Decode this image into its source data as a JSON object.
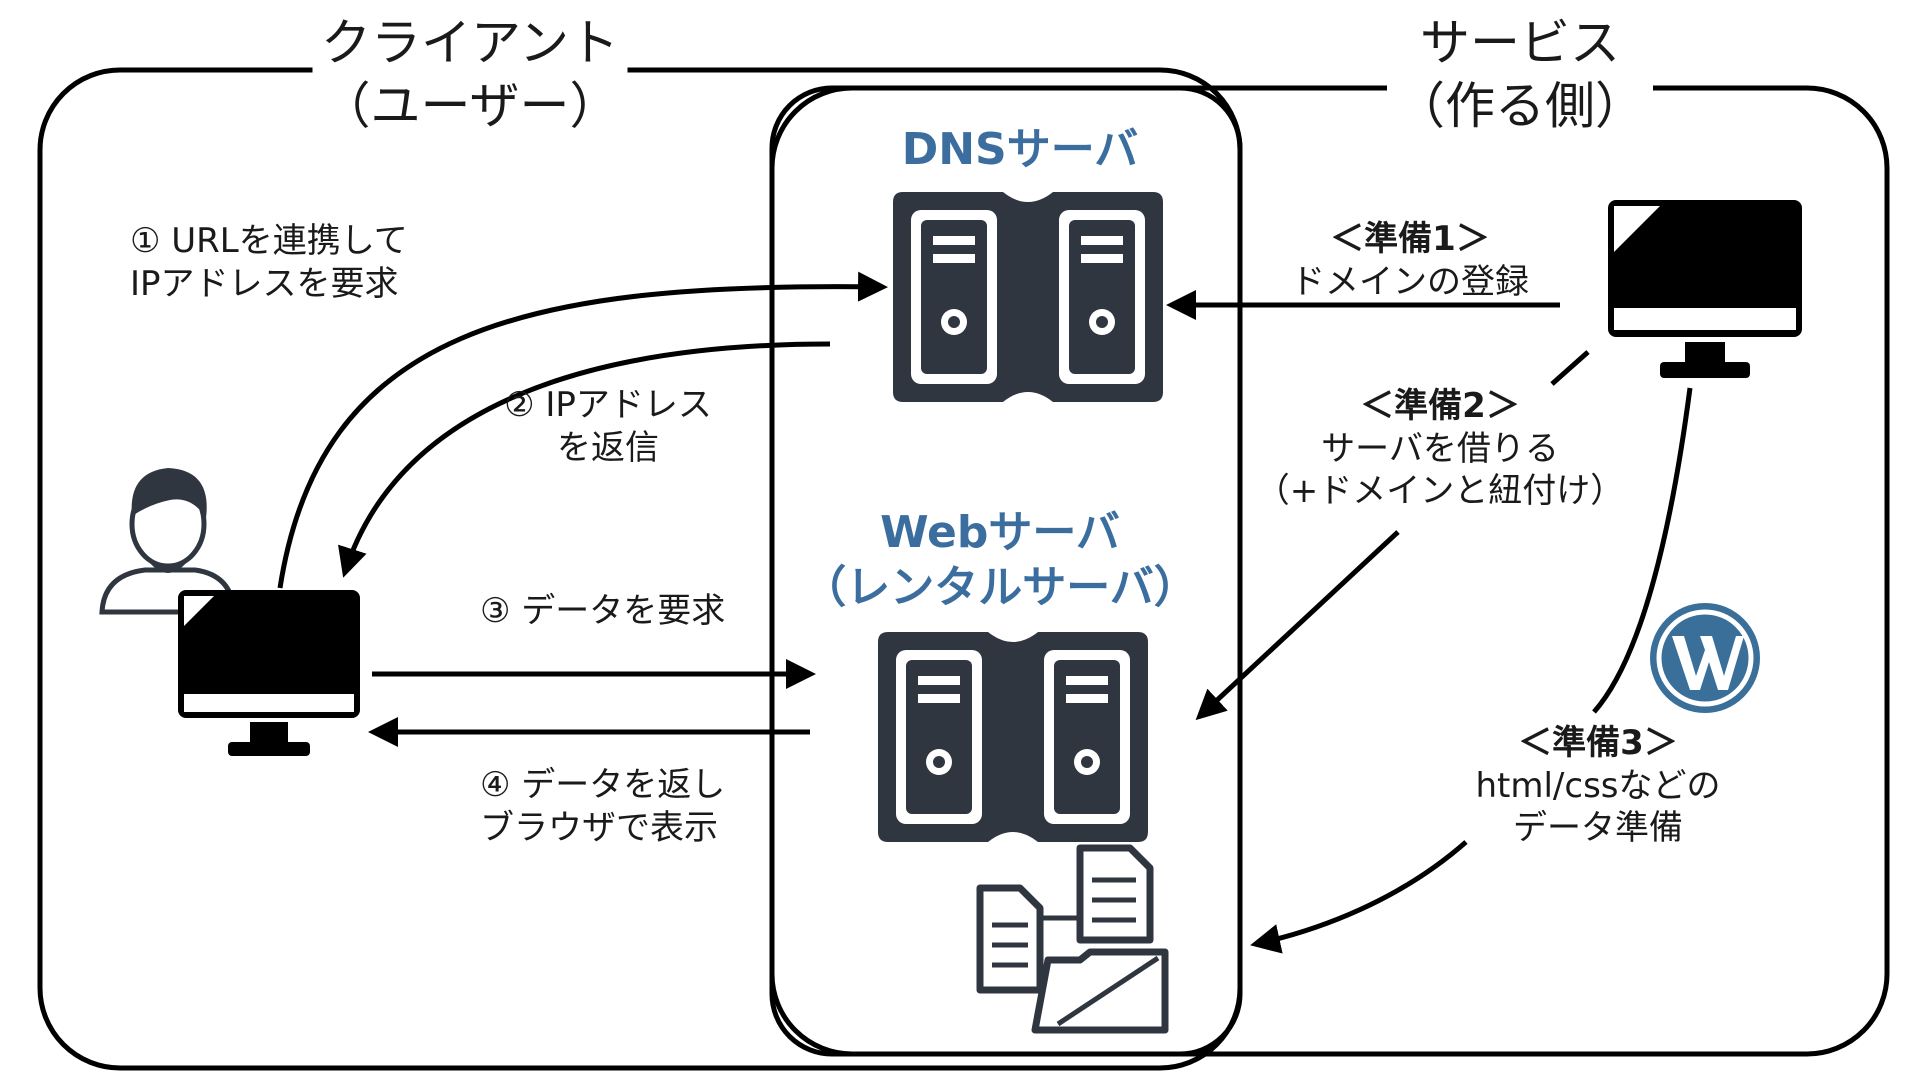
{
  "zones": {
    "client": {
      "line1": "クライアント",
      "line2": "（ユーザー）"
    },
    "service": {
      "line1": "サービス",
      "line2": "（作る側）"
    }
  },
  "servers": {
    "dns": {
      "label": "DNSサーバ"
    },
    "web": {
      "line1": "Webサーバ",
      "line2": "（レンタルサーバ）"
    }
  },
  "steps": {
    "s1": {
      "line1": "① URLを連携して",
      "line2": "IPアドレスを要求"
    },
    "s2": {
      "line1": "② IPアドレス",
      "line2": "を返信"
    },
    "s3": {
      "line1": "③ データを要求"
    },
    "s4": {
      "line1": "④ データを返し",
      "line2": "ブラウザで表示"
    }
  },
  "prep": {
    "p1": {
      "title": "＜準備1＞",
      "line1": "ドメインの登録"
    },
    "p2": {
      "title": "＜準備2＞",
      "line1": "サーバを借りる",
      "line2": "（+ドメインと紐付け）"
    },
    "p3": {
      "title": "＜準備3＞",
      "line1": "html/cssなどの",
      "line2": "データ準備"
    }
  },
  "colors": {
    "accent": "#3b6e9f",
    "ink": "#000000",
    "server": "#2f3640",
    "wordpress": "#3a6f9a"
  },
  "icons": [
    "user-icon",
    "monitor-icon",
    "server-icon",
    "document-icon",
    "folder-icon",
    "wordpress-icon"
  ]
}
